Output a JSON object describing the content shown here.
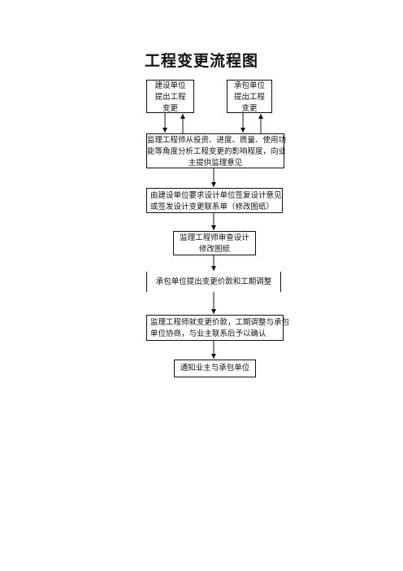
{
  "title": "工程变更流程图",
  "boxes": {
    "owner": [
      "建设单位",
      "提出工程",
      "变更"
    ],
    "contractor": [
      "承包单位",
      "提出工程",
      "变更"
    ],
    "engineer_analysis": [
      "监理工程师从投资、进度、质量、使用功",
      "能等角度分析工程变更的影响程度，向业",
      "主提供监理意见"
    ],
    "design_change": [
      "由建设单位要求设计单位签复设计意见",
      "或签发设计变更联系单（修改图纸）"
    ],
    "review_drawings": [
      "监理工程师审查设计",
      "修改图纸"
    ],
    "price_adjust": [
      "承包单位提出变更价款和工期调整"
    ],
    "negotiate": [
      "监理工程师就变更价款，工期调整与承包",
      "单位协商，与业主联系后予以确认"
    ],
    "notify": [
      "通知业主与承包单位"
    ]
  }
}
